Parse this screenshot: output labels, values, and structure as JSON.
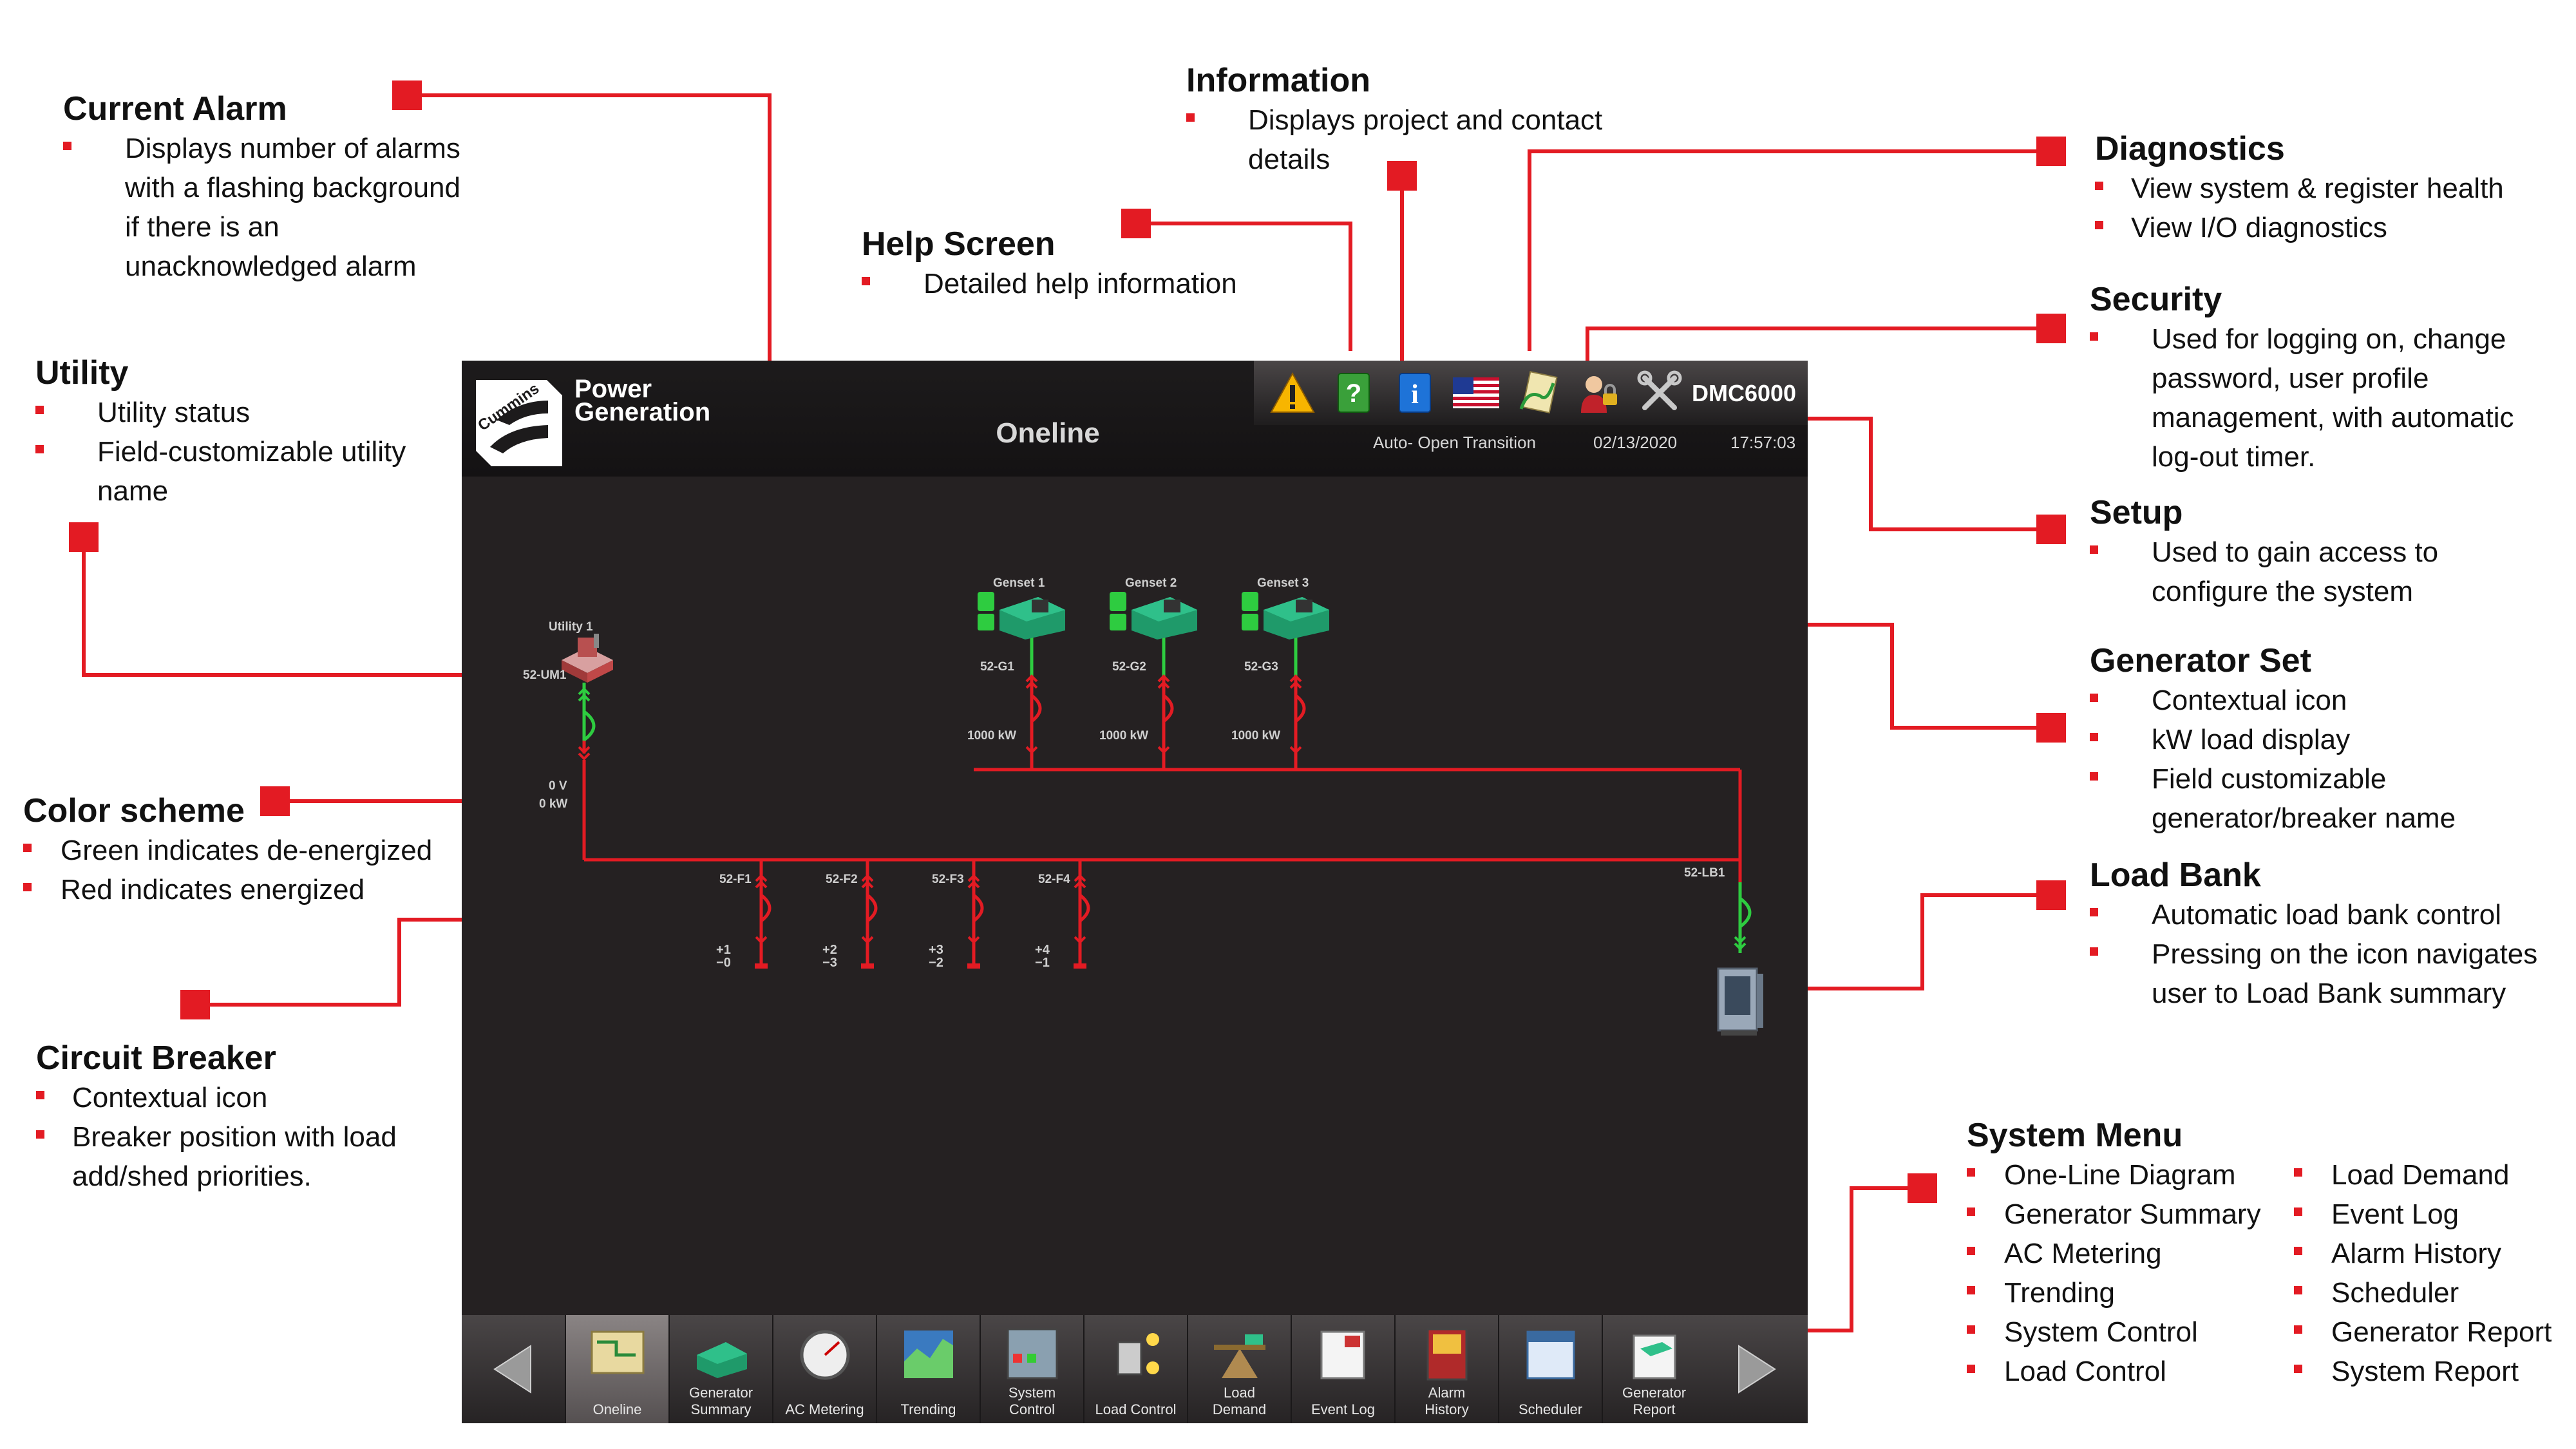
{
  "annotations": {
    "current_alarm": {
      "title": "Current Alarm",
      "items": [
        "Displays number of alarms with a flashing background if there is an unacknowledged alarm"
      ]
    },
    "information": {
      "title": "Information",
      "items": [
        "Displays project and contact details"
      ]
    },
    "help_screen": {
      "title": "Help Screen",
      "items": [
        "Detailed help information"
      ]
    },
    "diagnostics": {
      "title": "Diagnostics",
      "items": [
        "View system & register health",
        "View I/O diagnostics"
      ]
    },
    "security": {
      "title": "Security",
      "items": [
        "Used for logging on, change password, user profile management, with automatic log-out timer."
      ]
    },
    "setup": {
      "title": "Setup",
      "items": [
        "Used to gain access to configure the system"
      ]
    },
    "generator_set": {
      "title": "Generator Set",
      "items": [
        "Contextual icon",
        "kW load display",
        "Field customizable generator/breaker name"
      ]
    },
    "load_bank": {
      "title": "Load Bank",
      "items": [
        "Automatic load bank control",
        "Pressing on the icon navigates user to Load Bank summary"
      ]
    },
    "system_menu": {
      "title": "System Menu",
      "items_left": [
        "One-Line Diagram",
        "Generator Summary",
        "AC Metering",
        "Trending",
        "System Control",
        "Load Control"
      ],
      "items_right": [
        "Load Demand",
        "Event Log",
        "Alarm History",
        "Scheduler",
        "Generator Report",
        "System Report"
      ]
    },
    "utility": {
      "title": "Utility",
      "items": [
        "Utility status",
        "Field-customizable utility name"
      ]
    },
    "color_scheme": {
      "title": "Color scheme",
      "items": [
        "Green indicates de-energized",
        "Red indicates energized"
      ]
    },
    "circuit_breaker": {
      "title": "Circuit Breaker",
      "items": [
        "Contextual icon",
        "Breaker position with load add/shed priorities."
      ]
    }
  },
  "screen": {
    "logo_line1": "Power",
    "logo_line2": "Generation",
    "page_title": "Oneline",
    "mode": "Auto- Open Transition",
    "date": "02/13/2020",
    "time": "17:57:03",
    "device": "DMC6000",
    "top_icons": [
      "warning-icon",
      "help-icon",
      "info-icon",
      "us-flag-icon",
      "diagnostics-icon",
      "security-user-icon",
      "setup-tools-icon"
    ],
    "utility": {
      "name": "Utility 1",
      "breaker": "52-UM1",
      "voltage": "0 V",
      "power": "0 kW"
    },
    "gensets": [
      {
        "name": "Genset 1",
        "breaker": "52-G1",
        "kw": "1000 kW"
      },
      {
        "name": "Genset 2",
        "breaker": "52-G2",
        "kw": "1000 kW"
      },
      {
        "name": "Genset 3",
        "breaker": "52-G3",
        "kw": "1000 kW"
      }
    ],
    "feeders": [
      {
        "breaker": "52-F1",
        "add": "1",
        "shed": "0"
      },
      {
        "breaker": "52-F2",
        "add": "2",
        "shed": "3"
      },
      {
        "breaker": "52-F3",
        "add": "3",
        "shed": "2"
      },
      {
        "breaker": "52-F4",
        "add": "4",
        "shed": "1"
      }
    ],
    "loadbank_breaker": "52-LB1",
    "nav": [
      {
        "label1": "",
        "label2": "Oneline",
        "icon": "oneline-map-icon",
        "active": true
      },
      {
        "label1": "Generator",
        "label2": "Summary",
        "icon": "generator-summary-icon"
      },
      {
        "label1": "",
        "label2": "AC Metering",
        "icon": "ac-metering-icon"
      },
      {
        "label1": "",
        "label2": "Trending",
        "icon": "trending-icon"
      },
      {
        "label1": "System",
        "label2": "Control",
        "icon": "system-control-icon"
      },
      {
        "label1": "",
        "label2": "Load Control",
        "icon": "load-control-icon"
      },
      {
        "label1": "Load",
        "label2": "Demand",
        "icon": "load-demand-icon"
      },
      {
        "label1": "",
        "label2": "Event Log",
        "icon": "event-log-icon"
      },
      {
        "label1": "Alarm",
        "label2": "History",
        "icon": "alarm-history-icon"
      },
      {
        "label1": "",
        "label2": "Scheduler",
        "icon": "scheduler-icon"
      },
      {
        "label1": "Generator",
        "label2": "Report",
        "icon": "generator-report-icon"
      }
    ]
  },
  "colors": {
    "energized": "#e31b23",
    "deenergized": "#2ecc40",
    "callout": "#e31b23"
  }
}
